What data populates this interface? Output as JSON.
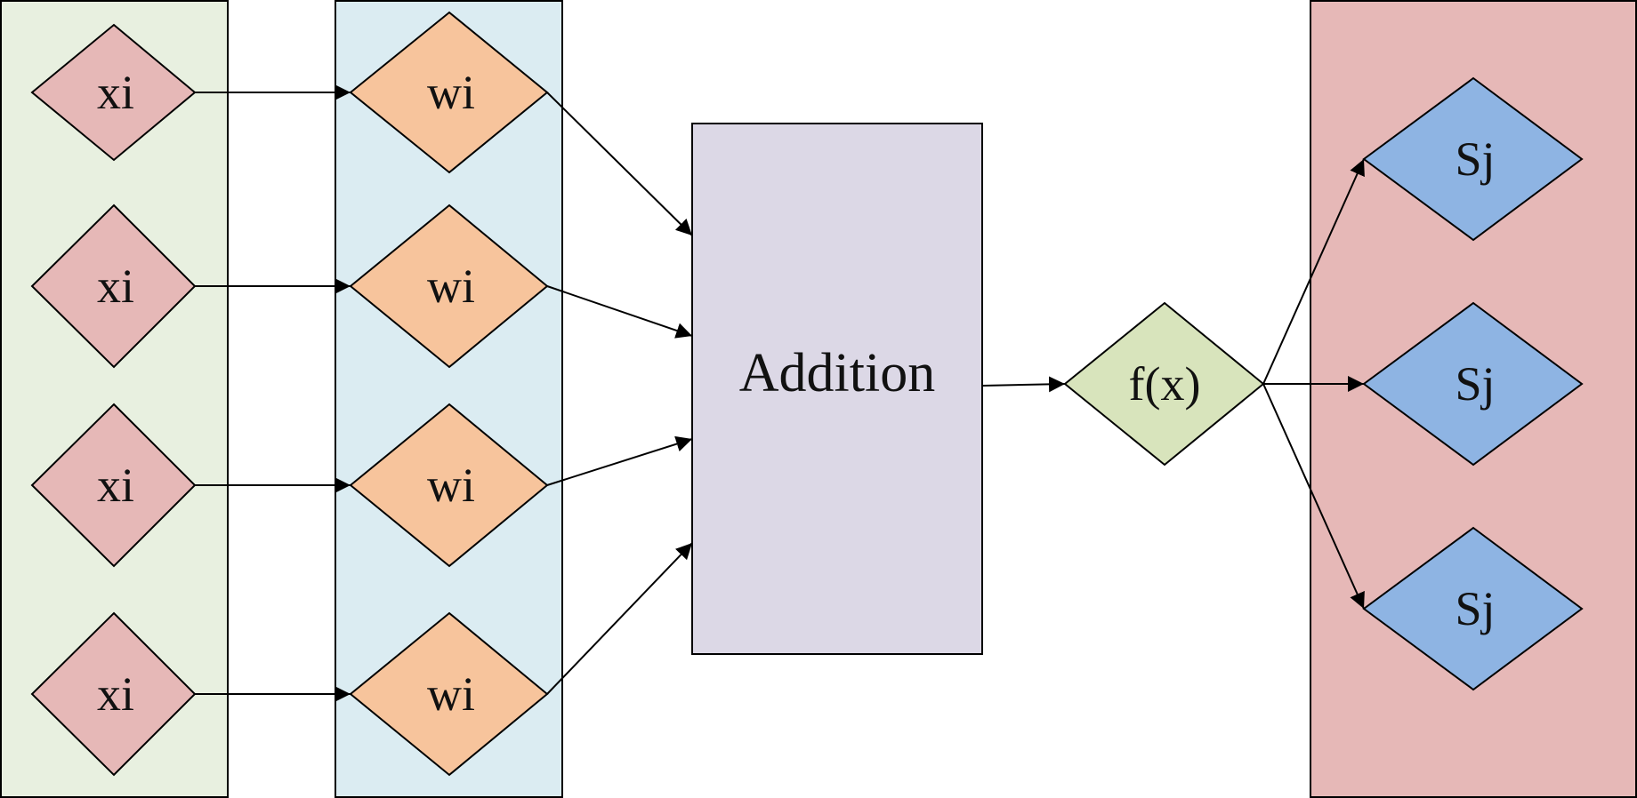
{
  "nodes": {
    "inputs": [
      "xi",
      "xi",
      "xi",
      "xi"
    ],
    "weights": [
      "wi",
      "wi",
      "wi",
      "wi"
    ],
    "adder": "Addition",
    "activation": "f(x)",
    "outputs": [
      "Sj",
      "Sj",
      "Sj"
    ]
  },
  "colors": {
    "input_panel": "#e8f0e0",
    "weight_panel": "#dbecf2",
    "output_panel": "#e6b8b7",
    "input_node": "#e6b8b7",
    "weight_node": "#f7c49c",
    "adder_box": "#dcd8e6",
    "activation_node": "#d8e4bc",
    "output_node": "#8eb4e3"
  }
}
